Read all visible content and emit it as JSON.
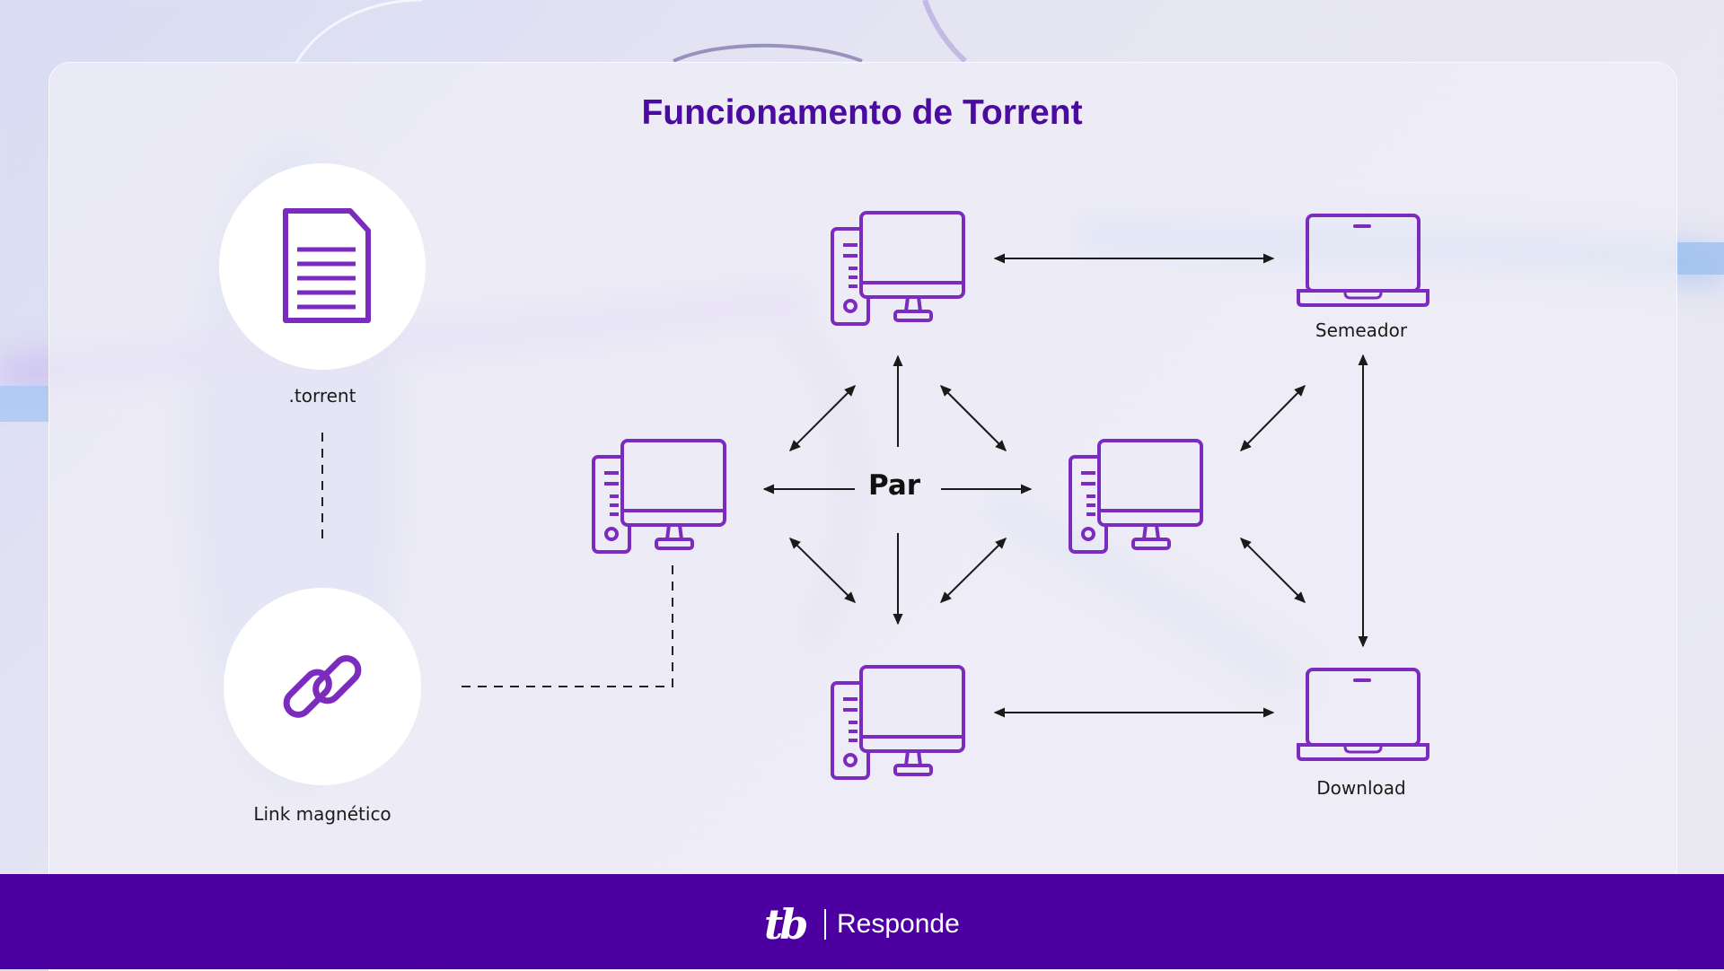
{
  "title": "Funcionamento de Torrent",
  "nodes": {
    "torrent": {
      "label": ".torrent",
      "icon": "document-icon"
    },
    "magnet": {
      "label": "Link magnético",
      "icon": "link-icon"
    },
    "par": {
      "label": "Par"
    },
    "seeder": {
      "label": "Semeador",
      "icon": "laptop-icon"
    },
    "download": {
      "label": "Download",
      "icon": "laptop-icon"
    }
  },
  "footer": {
    "logo": "tb",
    "brand": "Responde"
  },
  "colors": {
    "accent": "#7b2cbf",
    "title": "#4b0aa0",
    "footer": "#4d00a1"
  }
}
